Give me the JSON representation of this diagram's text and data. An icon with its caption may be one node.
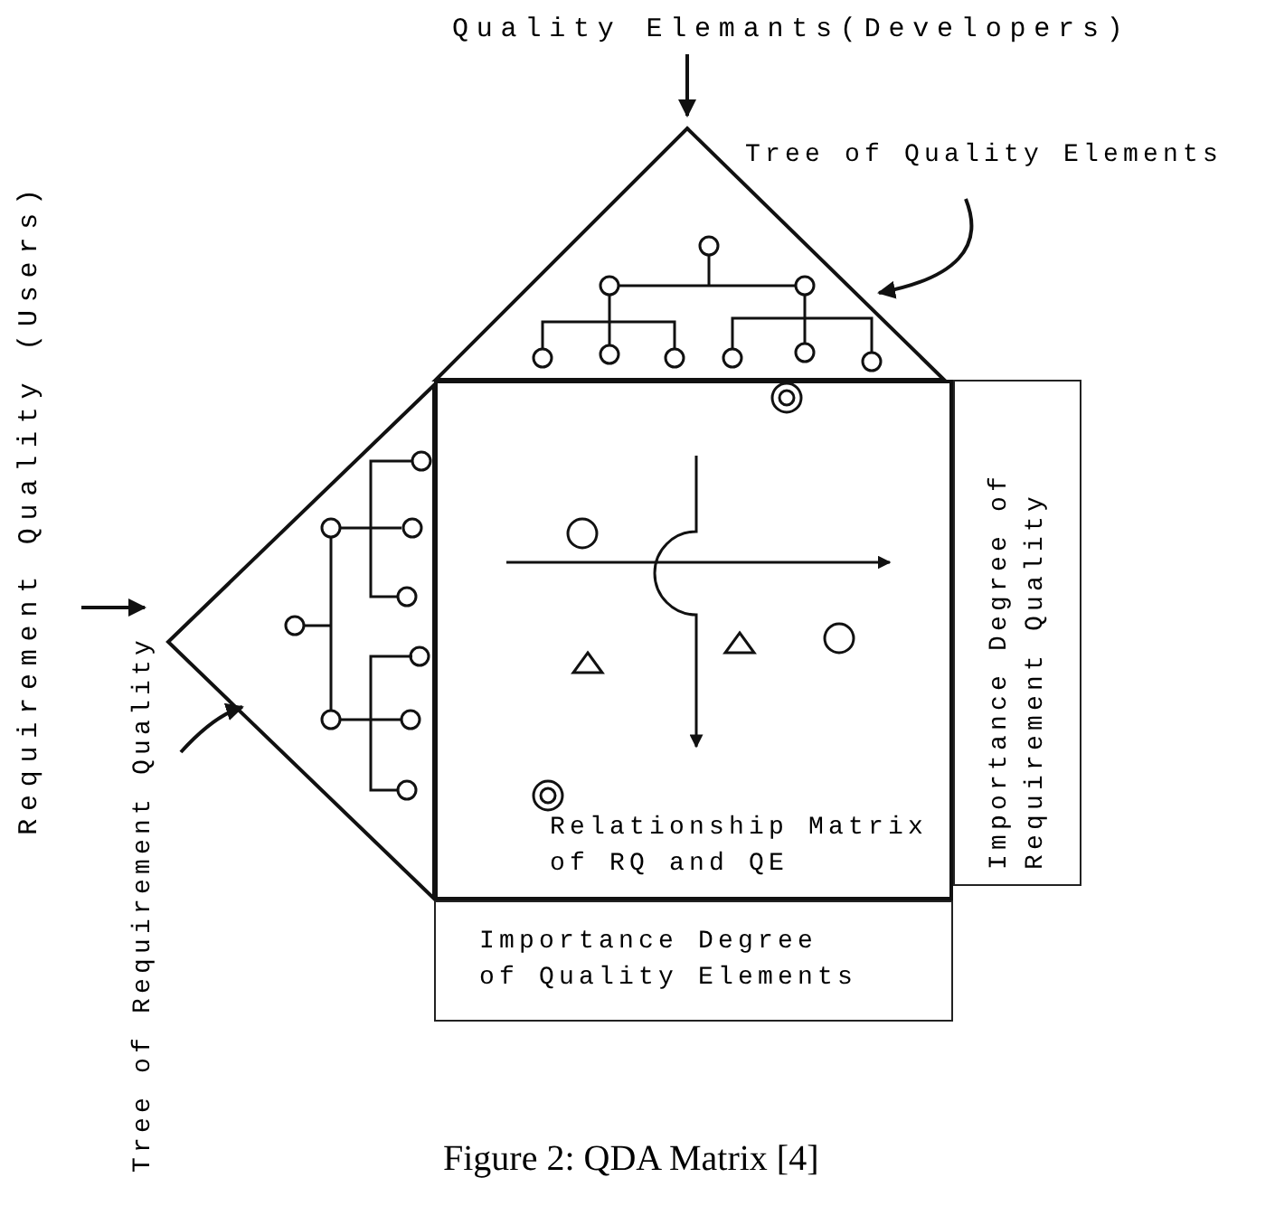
{
  "diagram": {
    "caption": "Figure 2: QDA Matrix [4]",
    "nodes": [
      {
        "text": [
          "Quality Elemants(Developers)"
        ]
      },
      {
        "text": [],
        "shape": "triangle"
      },
      {
        "text": [
          "Tree of Quality Elements"
        ]
      },
      {
        "text": [],
        "shape": "triangle"
      },
      {
        "text": [
          "Requirement Quality (Users)"
        ]
      },
      {
        "text": [
          "Tree of Requirement Quality"
        ]
      },
      {
        "text": [
          "Relationship Matrix of RQ and QE"
        ]
      },
      {
        "text": [
          "Importance Degree of Requirement Quality"
        ]
      },
      {
        "text": [
          "Importance Degree of Quality Elements"
        ]
      }
    ],
    "edges": [
      {
        "from": 0,
        "to": 1,
        "arrow": "to"
      },
      {
        "from": 2,
        "to": 1,
        "arrow": "to"
      },
      {
        "from": 4,
        "to": 3,
        "arrow": "to"
      },
      {
        "from": 5,
        "to": 3,
        "arrow": "to"
      }
    ]
  }
}
